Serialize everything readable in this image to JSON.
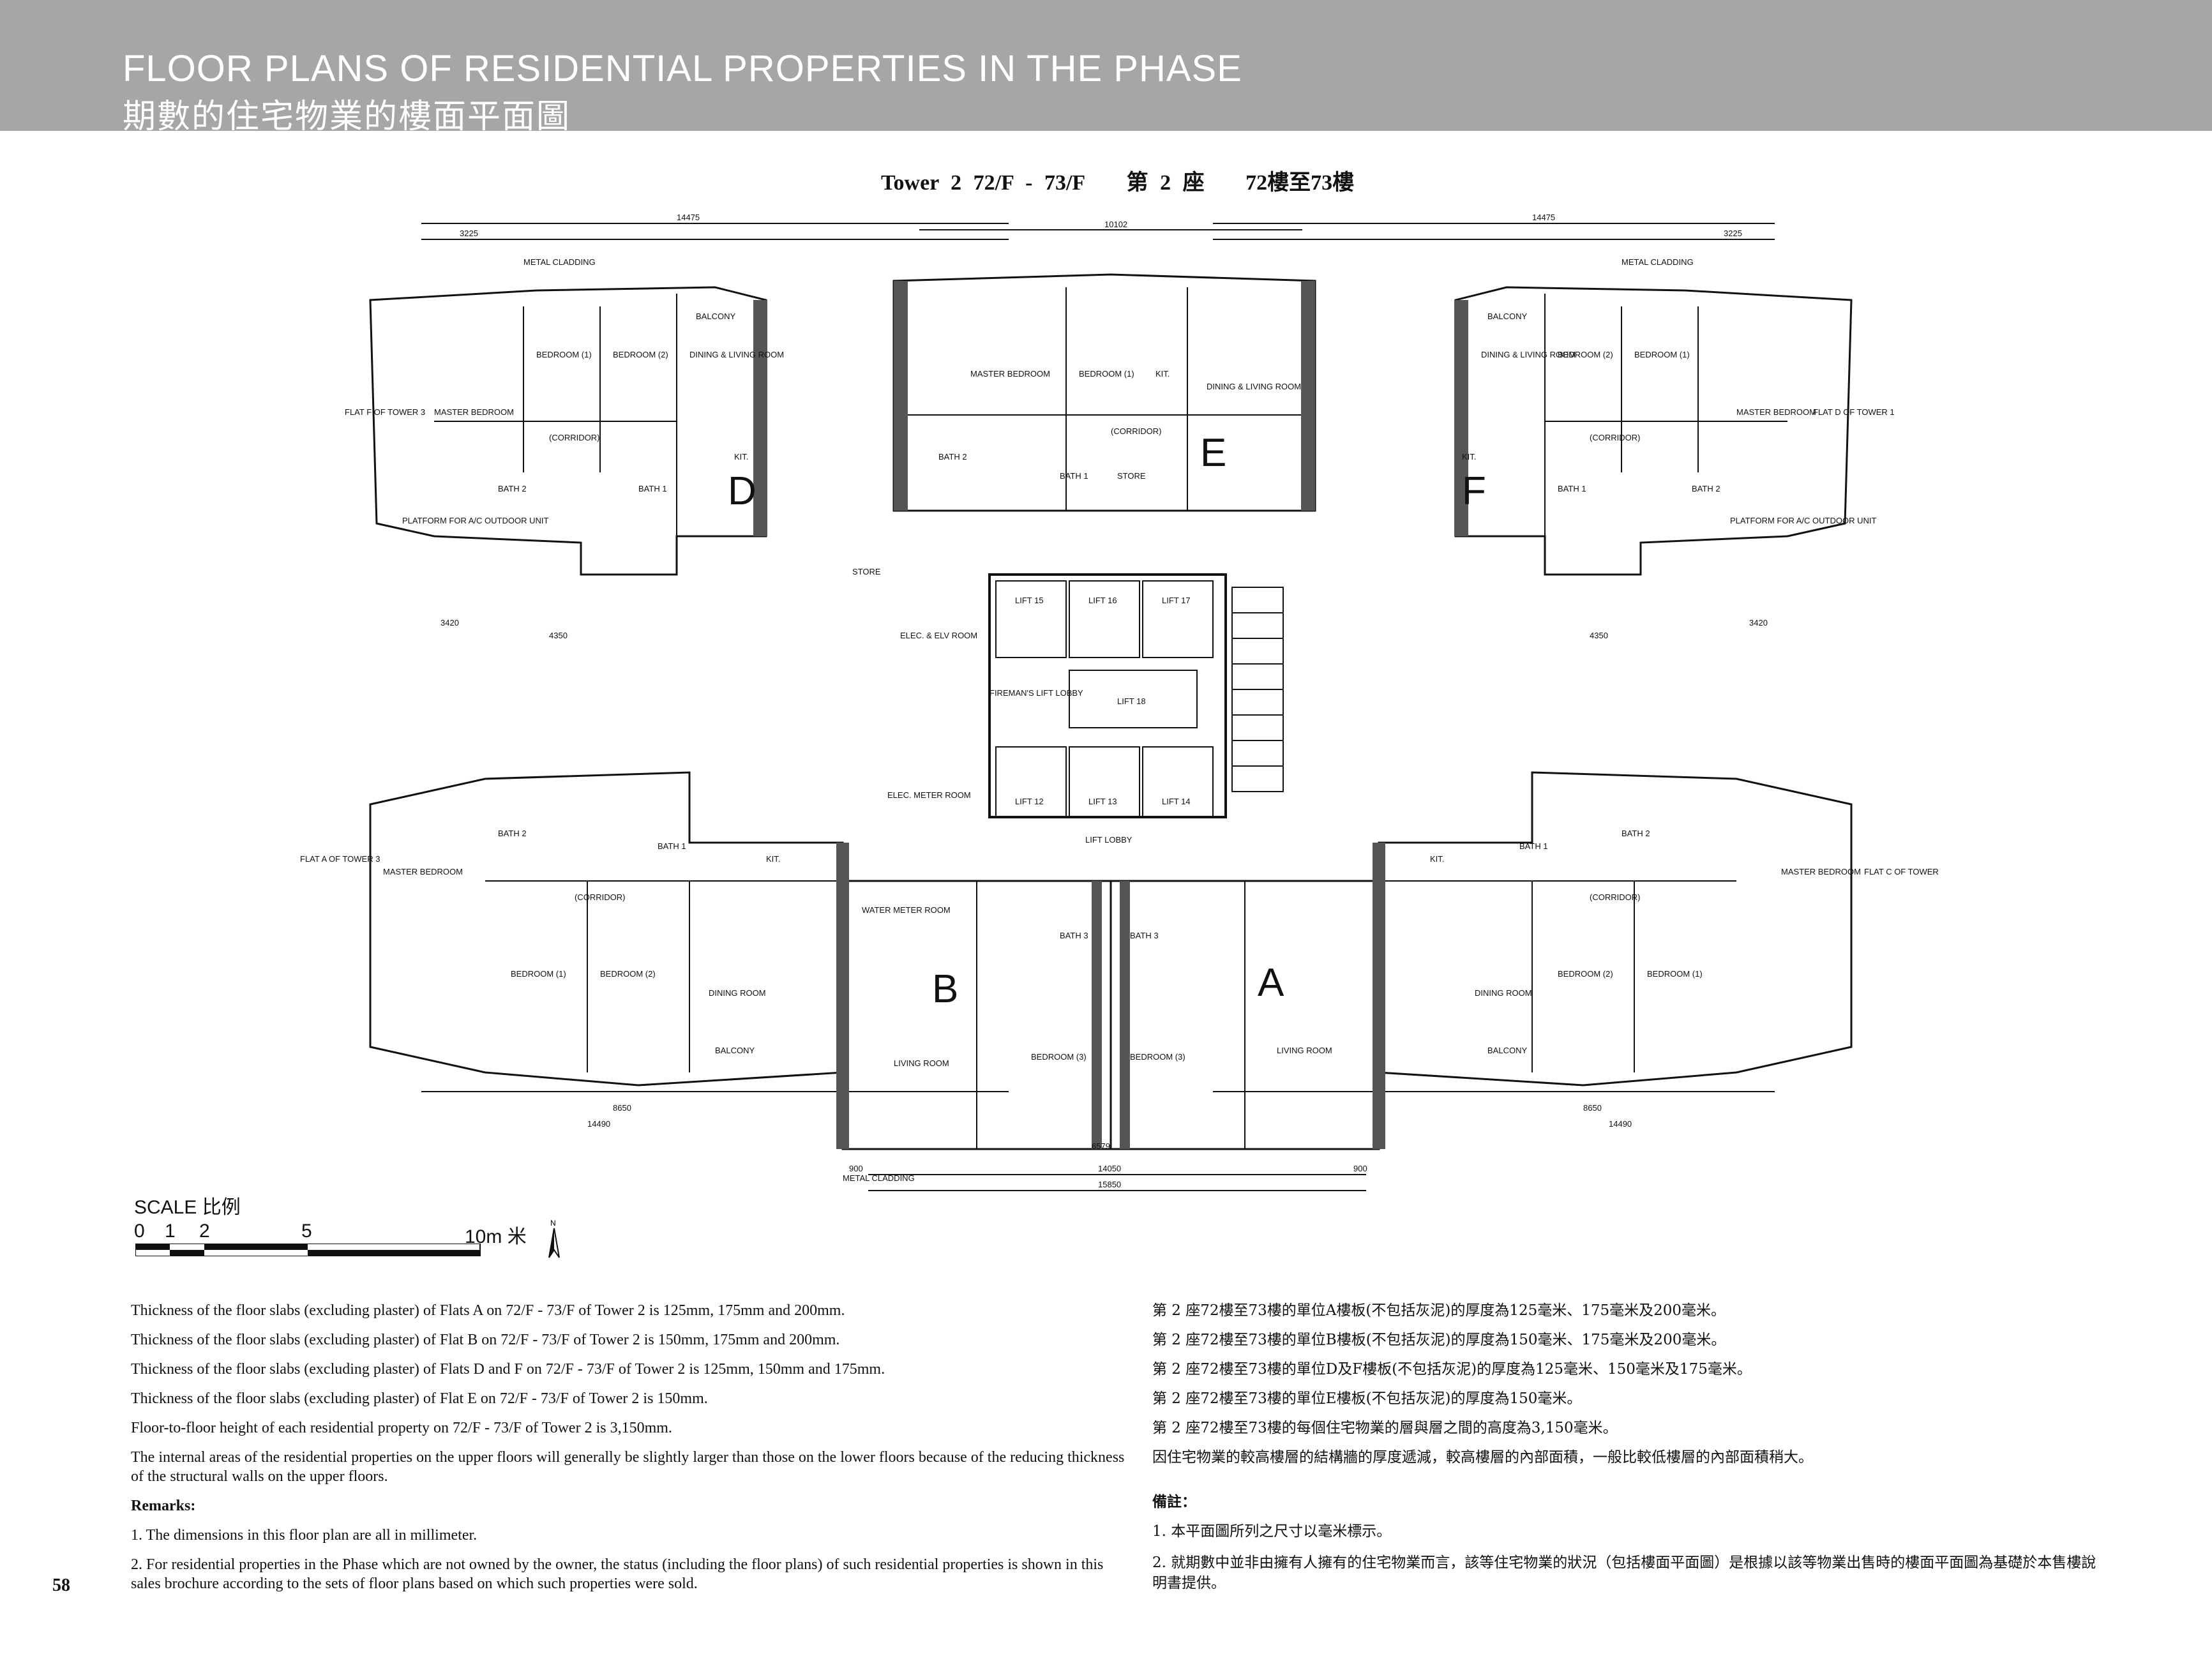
{
  "header": {
    "title_en": "FLOOR PLANS OF RESIDENTIAL PROPERTIES IN THE PHASE",
    "title_zh": "期數的住宅物業的樓面平面圖"
  },
  "plan": {
    "title_en": "Tower 2   72/F - 73/F",
    "title_zh_tower": "第 2 座",
    "title_zh_floor": "72樓至73樓",
    "flat_letters": [
      "D",
      "E",
      "F",
      "B",
      "A"
    ],
    "labels": {
      "lift15": "LIFT 15",
      "lift16": "LIFT 16",
      "lift17": "LIFT 17",
      "lift18": "LIFT 18",
      "lift12": "LIFT 12",
      "lift13": "LIFT 13",
      "lift14": "LIFT 14",
      "lift_lobby": "LIFT LOBBY",
      "firemans": "FIREMAN'S LIFT LOBBY",
      "elec_elv": "ELEC. & ELV ROOM",
      "elec_meter": "ELEC. METER ROOM",
      "water_meter": "WATER METER ROOM",
      "store": "STORE",
      "master_bedroom": "MASTER BEDROOM",
      "bedroom1": "BEDROOM (1)",
      "bedroom2": "BEDROOM (2)",
      "bedroom3": "BEDROOM (3)",
      "dining_living": "DINING & LIVING ROOM",
      "dining": "DINING ROOM",
      "living": "LIVING ROOM",
      "balcony": "BALCONY",
      "kit": "KIT.",
      "bath1": "BATH 1",
      "bath2": "BATH 2",
      "bath3": "BATH 3",
      "corridor": "(CORRIDOR)",
      "flat_f_t3": "FLAT F OF TOWER 3",
      "flat_d_t1": "FLAT D OF TOWER 1",
      "flat_a_t3": "FLAT A OF TOWER 3",
      "flat_c_t1": "FLAT C OF TOWER 1",
      "metal_cladding": "METAL CLADDING",
      "platform_ac": "PLATFORM FOR A/C OUTDOOR UNIT"
    },
    "dims": {
      "d14475": "14475",
      "d10102": "10102",
      "d3225": "3225",
      "d8650": "8650",
      "d14490": "14490",
      "d14050": "14050",
      "d15850": "15850",
      "d6579": "6579",
      "d900": "900",
      "d4350": "4350",
      "d3420": "3420"
    }
  },
  "scale": {
    "label": "SCALE 比例",
    "ticks": [
      "0",
      "1",
      "2",
      "5",
      "10m 米"
    ],
    "north": "N"
  },
  "notes_en": [
    "Thickness of the floor slabs (excluding plaster) of Flats A on 72/F - 73/F of Tower 2 is 125mm, 175mm and 200mm.",
    "Thickness of the floor slabs (excluding plaster) of Flat B on 72/F - 73/F of Tower 2 is 150mm, 175mm and 200mm.",
    "Thickness of the floor slabs (excluding plaster) of Flats D and F on 72/F - 73/F of Tower 2 is 125mm, 150mm and 175mm.",
    "Thickness of the floor slabs (excluding plaster) of Flat E on 72/F - 73/F of Tower 2 is 150mm.",
    "Floor-to-floor height of each residential property on 72/F - 73/F of Tower 2 is 3,150mm.",
    "The internal areas of the residential properties on the upper floors will generally be slightly larger than those on the lower floors because of the reducing thickness of the structural walls on the upper floors."
  ],
  "remarks_en": {
    "heading": "Remarks:",
    "items": [
      "1. The dimensions in this floor plan are all in millimeter.",
      "2. For residential properties in the Phase which are not owned by the owner, the status (including the floor plans) of such residential properties is shown in this sales brochure according to the sets of floor plans based on which such properties were sold."
    ]
  },
  "notes_zh": [
    "第 2 座72樓至73樓的單位A樓板(不包括灰泥)的厚度為125毫米、175毫米及200毫米。",
    "第 2 座72樓至73樓的單位B樓板(不包括灰泥)的厚度為150毫米、175毫米及200毫米。",
    "第 2 座72樓至73樓的單位D及F樓板(不包括灰泥)的厚度為125毫米、150毫米及175毫米。",
    "第 2 座72樓至73樓的單位E樓板(不包括灰泥)的厚度為150毫米。",
    "第 2 座72樓至73樓的每個住宅物業的層與層之間的高度為3,150毫米。",
    "因住宅物業的較高樓層的結構牆的厚度遞減，較高樓層的內部面積，一般比較低樓層的內部面積稍大。"
  ],
  "remarks_zh": {
    "heading": "備註：",
    "items": [
      "1. 本平面圖所列之尺寸以毫米標示。",
      "2. 就期數中並非由擁有人擁有的住宅物業而言，該等住宅物業的狀況（包括樓面平面圖）是根據以該等物業出售時的樓面平面圖為基礎於本售樓說明書提供。"
    ]
  },
  "page_number": "58",
  "colors": {
    "header_bg": "#a6a6a6",
    "wall": "#555555",
    "line": "#111111"
  }
}
